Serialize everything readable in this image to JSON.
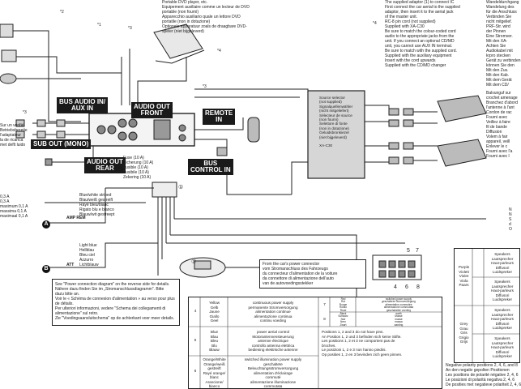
{
  "labels": {
    "bus_audio_in": "BUS AUDIO IN/\nAUX IN",
    "audio_out_front": "AUDIO OUT\nFRONT",
    "remote_in": "REMOTE\nIN",
    "sub_out": "SUB OUT (MONO)",
    "audio_out_rear": "AUDIO OUT\nREAR",
    "bus_control_in": "BUS\nCONTROL IN"
  },
  "markers": {
    "a": "A",
    "b": "B",
    "circled_1": "①",
    "circled_3": "③"
  },
  "source_selector": "Source selector\n(not supplied)\nSignalquellenwähler\n(nicht mitgeliefert)\nSélecteur de source\n(non fourni)\nSelettore di fonte\n(non in dotazione)\nGeluidsbronkiezer\n(niet bijgeleverd)\n\nXA-C30",
  "dvd_text": "Portable DVD player\nTragbarer DVD-Player\nLecteur DVD portable\nLettore DVD portatile\nDraagbare DVD-speler",
  "fuse_text": "Fuse (10 A)\nSicherung (10 A)\nFusible (10 A)\nFusibile (10 A)\nZekering (10 A)",
  "blue_white": "Blue/white striped\nBlau/weiß gestreift\nRayé bleu/blanc\nRigato blu e bianco\nBlauw/wit gestreept",
  "amp_rem": "AMP REM",
  "light_blue": "Light blue\nHellblau\nBleu ciel\nAzzurro\nLichtblauw",
  "att": "ATT",
  "power_connector_text": "From the car's power connector\nvom Stromanschluss des Fahrzeugs\ndu connecteur d'alimentation de la voiture\nda connettore di alimentazione dell'auto\nvan de autovoedingsstekker",
  "see_text": "See \"Power connection diagram\" on the reverse side for details.\nNähere dazu finden Sie im „Stromanschlussdiagramm\". Bitte\ndazu bitte an.\nVoir le « Schéma de connexion d'alimentation » au verso pour plus\nde détails.\nPer ulteriori informazioni, vedere \"Schema dei collegamenti di\nalimentazione\" sul retro.\nZie \"Voedingsaansluitschema\" op de achterkant voor meer details.",
  "pin_numbers": [
    "5",
    "7",
    "4",
    "6",
    "8"
  ],
  "mid_table": {
    "rows": [
      {
        "num": "4",
        "color": "Yellow\nGelb\nJaune\nGiallo\nGeel",
        "desc": "continuous power supply\npermanente Stromversorgung\nalimentation continue\nalimentazione continua\ncontinu voeding"
      },
      {
        "num": "5",
        "color": "Blue\nBlau\nBleu\nBlu\nBlauw",
        "desc": "power aerial control\nMotorantennensteuerung\nantenne électrique\ncontrollo antenna elettrica\nbediening elektrische antenne"
      },
      {
        "num": "6",
        "color": "Orange/White\nOrange/weiß\ngestreift\nRayé orange/\nblanc\nArancione/\nbianco",
        "desc": "switched illumination power supply\ngeschaltete\nBeleuchtungsstromversorgung\nalimentation d'éclairage\ncommuté\nalimentazione illuminazione\ncommutata"
      }
    ],
    "rows2": [
      {
        "num": "7",
        "color": "Red\nRot\nRouge\nRosso\nRood",
        "desc": "switched power supply\ngeschaltete Stromversorgung\nalimentation commutée\nalimentazione commutata\ngeschakelde voeding"
      },
      {
        "num": "8",
        "color": "Black\nSchwarz\nNoir\nNero\nZwart",
        "desc": "earth\nMasse\nmasse\nmassa\naarding"
      }
    ],
    "note": "Positions 1, 2 and 3 do not have pins.\nAn Position 1, 2 und 3 befinden sich keine Stifte.\nLes positions 1, 2 et 3 ne comportent pas de\nbroches.\nLe posizioni 1, 2 e 3 non hanno piedini.\nOp posities 1, 2 en 3 bevinden zich geen pinnen."
  },
  "right_table": {
    "colors": [
      "Purple\nViolett\nViolet\nViola\nPaars",
      "Grey\nGrau\nGris\nGrigio\nGrijs"
    ],
    "notes": [
      "Speakers\nLautsprecher\nHaut-parleurs\nDiffusori\nLuidspreker",
      "Speakers\nLautsprecher\nHaut-parleurs\nDiffusori\nLuidspreker",
      "Speakers\nLautsprecher\nHaut-parleurs\nDiffusori\nLuidspreker",
      "Speakers\nLautsprecher\nHaut-parleurs\nDiffusori\nLuidspreker"
    ],
    "footnote": "Negative polarity positions 2, 4, 6, and 8\nAn den negativ gepolten Positionen\nLes positions de polarité négative 2, 4, 6\nLe posizioni di polarità negativa 2, 4, 6\nDe posities met negatieve polariteit 2, 4, 6"
  },
  "top_texts": {
    "dvd_top": "Portable DVD player, etc.\nEquipement auxiliaire comme un lecteur de DVD\nportable (non fourni)\nApparecchio ausiliario quale un lettore DVD\nportatile (non in dotazione)\nOptionele apparatuur zoals de draagbare DVD-\nspeler (niet bijgeleverd)",
    "right_top": "The supplied adaptor (1) to connect IC\nFirst connect the car aerial to the supplied\nadaptor, then insert it to the aerial jack\nof the master unit.\nRC-8 pin cord (not supplied)\nSupplied with XA-C30\nBe sure to match the colour-coded cord\naudio to the appropriate jacks from the\nunit. If you connect an optional CD/MD\nunit, you cannot use AUX IN terminal.\nBe sure to match with the supplied cord.\nSupplied with the auxiliary equipment\nInsert with the cord upwards\nSupplied with the CD/MD changer",
    "right_col": "Wandeldurchgang\nWandelung des\nfür die Anschluss\nVerbinden Sie\nnicht mitgelief.\nPRF-Str. wird\nder Pinnen\nEine Stromver.\nMit den XA-\nAchten Sie\nAudiokabel mit\nkrpro stecken\nGerät zu verbinden\nkönnen Sie den\nMit den Zus.\nMit den Kab.\nMit dem Gerät\nMit dem CD/",
    "right_col2": "Balvunguf sur\ncrochet amenage\nBranchez d'abord\nl'antenne à l'ant\nCordon de rac\nFourni avec\nVeillez à faire\nfil de bande\nDiffusion\nVolem à fair\nappareil, veill\nEnlever le c\nFourni avec l'a\nFourni avec l",
    "left_texts": "Sur un vérifié\nBetriebsbereite\nl'adaptateur\nla de ricarica\nmet deflt luido"
  },
  "small_labels": {
    "left_mid": "0,3 A\n0,3 A\nmaximum 0,1 A\nmassima 0,1 A\nmaximaal 0,1 A",
    "right_edge": "N\nN\nS\nd\nO"
  }
}
